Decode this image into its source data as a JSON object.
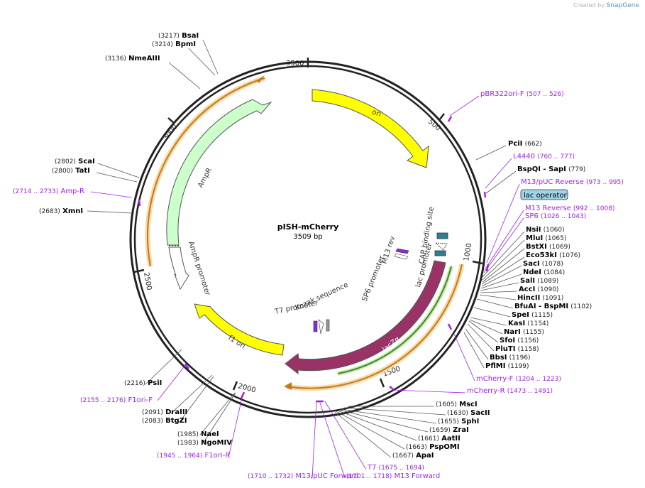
{
  "branding": {
    "created_by": "Created by",
    "product": "SnapGene"
  },
  "plasmid": {
    "name": "pISH-mCherry",
    "length": "3509 bp"
  },
  "colors": {
    "site_label": "#000000",
    "site_pos": "#222222",
    "primer": "#a020f0",
    "ori": "#ffff00",
    "ampr": "#ccffcc",
    "lacz": "#993366",
    "f1ori": "#ffff00",
    "orange_feature": "#e8a33d",
    "green_feature": "#4a9a2a",
    "lac_box": "#5aa6c7"
  },
  "ticks": [
    {
      "label": "500",
      "bp": 500
    },
    {
      "label": "1000",
      "bp": 1000
    },
    {
      "label": "1500",
      "bp": 1500
    },
    {
      "label": "2000",
      "bp": 2000
    },
    {
      "label": "2500",
      "bp": 2500
    },
    {
      "label": "3000",
      "bp": 3000
    },
    {
      "label": "3500",
      "bp": 3500
    }
  ],
  "features": {
    "ori": "ori",
    "ampr": "AmpR",
    "ampr_promoter": "AmpR promoter",
    "f1_ori": "f1 ori",
    "lacz": "lacZα",
    "lac_promoter": "lac promoter",
    "cap_binding_site": "CAP binding site",
    "m13_rev": "M13 rev",
    "sp6_promoter": "SP6 promoter",
    "kozak_sequence": "Kozak sequence",
    "t7_promoter": "T7 promoter",
    "lac_operator": "lac operator"
  },
  "labels": [
    {
      "pos": "(3217)",
      "name": "BsaI",
      "type": "site"
    },
    {
      "pos": "(3214)",
      "name": "BpmI",
      "type": "site"
    },
    {
      "pos": "(3136)",
      "name": "NmeAIII",
      "type": "site"
    },
    {
      "pos": "(2802)",
      "name": "ScaI",
      "type": "site"
    },
    {
      "pos": "(2800)",
      "name": "TatI",
      "type": "site"
    },
    {
      "pos": "(2714 .. 2733)",
      "name": "Amp-R",
      "type": "primer-left"
    },
    {
      "pos": "(2683)",
      "name": "XmnI",
      "type": "site"
    },
    {
      "pos": "(507 .. 526)",
      "name": "pBR322ori-F",
      "type": "primer-right"
    },
    {
      "pos": "(662)",
      "name": "PciI",
      "type": "site-right"
    },
    {
      "pos": "(760 .. 777)",
      "name": "L4440",
      "type": "primer-right"
    },
    {
      "pos": "(779)",
      "name": "BspQI - SapI",
      "type": "site-right"
    },
    {
      "pos": "(973 .. 995)",
      "name": "M13/pUC Reverse",
      "type": "primer-right"
    },
    {
      "pos": "(992 .. 1008)",
      "name": "M13 Reverse",
      "type": "primer-right"
    },
    {
      "pos": "(1026 .. 1043)",
      "name": "SP6",
      "type": "primer-right"
    },
    {
      "pos": "(1060)",
      "name": "NsiI",
      "type": "site-right"
    },
    {
      "pos": "(1065)",
      "name": "MluI",
      "type": "site-right"
    },
    {
      "pos": "(1069)",
      "name": "BstXI",
      "type": "site-right"
    },
    {
      "pos": "(1076)",
      "name": "Eco53kI",
      "type": "site-right"
    },
    {
      "pos": "(1078)",
      "name": "SacI",
      "type": "site-right"
    },
    {
      "pos": "(1084)",
      "name": "NdeI",
      "type": "site-right"
    },
    {
      "pos": "(1089)",
      "name": "SalI",
      "type": "site-right"
    },
    {
      "pos": "(1090)",
      "name": "AccI",
      "type": "site-right"
    },
    {
      "pos": "(1091)",
      "name": "HincII",
      "type": "site-right"
    },
    {
      "pos": "(1102)",
      "name": "BfuAI - BspMI",
      "type": "site-right"
    },
    {
      "pos": "(1115)",
      "name": "SpeI",
      "type": "site-right"
    },
    {
      "pos": "(1154)",
      "name": "KasI",
      "type": "site-right"
    },
    {
      "pos": "(1155)",
      "name": "NarI",
      "type": "site-right"
    },
    {
      "pos": "(1156)",
      "name": "SfoI",
      "type": "site-right"
    },
    {
      "pos": "(1158)",
      "name": "PluTI",
      "type": "site-right"
    },
    {
      "pos": "(1196)",
      "name": "BbsI",
      "type": "site-right"
    },
    {
      "pos": "(1199)",
      "name": "PflMI",
      "type": "site-right"
    },
    {
      "pos": "(1204 .. 1223)",
      "name": "mCherry-F",
      "type": "primer-right"
    },
    {
      "pos": "(1473 .. 1491)",
      "name": "mCherry-R",
      "type": "primer-right"
    },
    {
      "pos": "(1605)",
      "name": "MscI",
      "type": "site"
    },
    {
      "pos": "(1630)",
      "name": "SacII",
      "type": "site"
    },
    {
      "pos": "(1655)",
      "name": "SphI",
      "type": "site"
    },
    {
      "pos": "(1659)",
      "name": "ZraI",
      "type": "site"
    },
    {
      "pos": "(1661)",
      "name": "AatII",
      "type": "site"
    },
    {
      "pos": "(1663)",
      "name": "PspOMI",
      "type": "site"
    },
    {
      "pos": "(1667)",
      "name": "ApaI",
      "type": "site"
    },
    {
      "pos": "(1675 .. 1694)",
      "name": "T7",
      "type": "primer-right"
    },
    {
      "pos": "(1701 .. 1718)",
      "name": "M13 Forward",
      "type": "primer-left"
    },
    {
      "pos": "(1710 .. 1732)",
      "name": "M13/pUC Forward",
      "type": "primer-left"
    },
    {
      "pos": "(1945 .. 1964)",
      "name": "F1ori-R",
      "type": "primer-left"
    },
    {
      "pos": "(1985)",
      "name": "NaeI",
      "type": "site"
    },
    {
      "pos": "(1983)",
      "name": "NgoMIV",
      "type": "site"
    },
    {
      "pos": "(2091)",
      "name": "DraIII",
      "type": "site"
    },
    {
      "pos": "(2083)",
      "name": "BtgZI",
      "type": "site"
    },
    {
      "pos": "(2155 .. 2176)",
      "name": "F1ori-F",
      "type": "primer-left"
    },
    {
      "pos": "(2216)",
      "name": "PsiI",
      "type": "site"
    }
  ]
}
